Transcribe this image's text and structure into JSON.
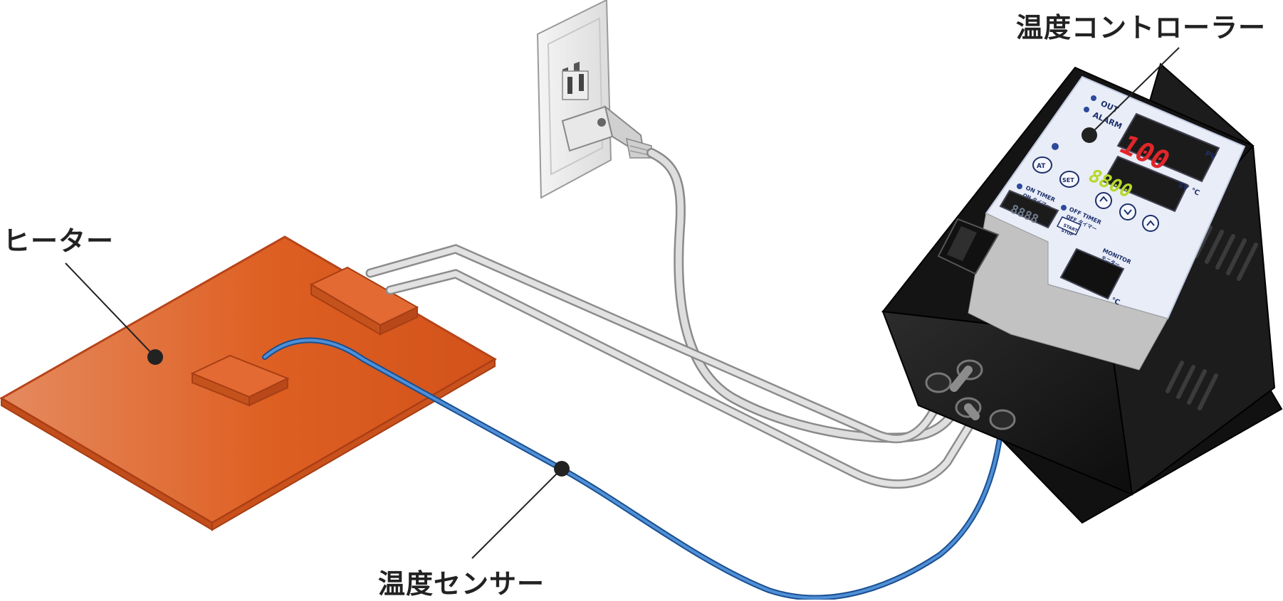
{
  "callouts": {
    "controller": "温度コントローラー",
    "heater": "ヒーター",
    "sensor": "温度センサー"
  },
  "controller_panel": {
    "out_label": "OUT",
    "alarm_label": "ALARM",
    "pv_label": "PV",
    "pv_value": "100",
    "sv_label": "SV",
    "sv_value": "8800",
    "sv_unit": "℃",
    "at_button": "AT",
    "set_button": "SET",
    "on_timer_en": "ON TIMER",
    "on_timer_jp": "ON タイマー",
    "off_timer_en": "OFF TIMER",
    "off_timer_jp": "OFF タイマー",
    "timer_value": "8888",
    "start_label": "START",
    "stop_label": "STOP",
    "monitor_en": "MONITOR",
    "monitor_jp": "モニター",
    "monitor_unit": "℃"
  },
  "colors": {
    "heater_plate": "#de5f22",
    "sensor_cable": "#3a7cc4",
    "power_cable": "#d9d9d9",
    "controller_body": "#1a1a1a",
    "panel_face": "#e9edf7",
    "pv_digits": "#e0262a",
    "sv_digits": "#b5d92a"
  }
}
